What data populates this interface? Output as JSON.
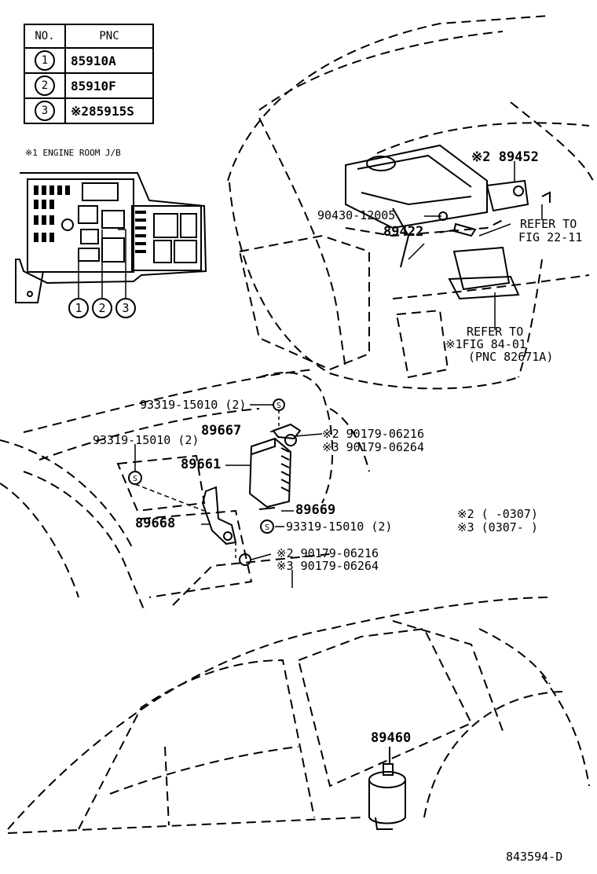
{
  "table": {
    "headers": {
      "no": "NO.",
      "pnc": "PNC"
    },
    "rows": [
      {
        "no": "1",
        "pnc": "85910A"
      },
      {
        "no": "2",
        "pnc": "85910F"
      },
      {
        "no": "3",
        "pnc": "※285915S"
      }
    ]
  },
  "junction_block": {
    "title": "※1 ENGINE ROOM J/B",
    "callouts": [
      "1",
      "2",
      "3"
    ]
  },
  "engine_labels": {
    "part_89452": "※2 89452",
    "bolt": "90430-12005",
    "part_89422": "89422",
    "refer_22_line1": "REFER TO",
    "refer_22_line2": "FIG 22-11",
    "refer_84_line1": "REFER TO",
    "refer_84_line2": "※1FIG 84-01",
    "refer_84_line3": "(PNC 82671A)"
  },
  "interior_labels": {
    "nut_top": "93319-15010 (2)",
    "nut_left": "93319-15010 (2)",
    "part_89667": "89667",
    "screw_a_2": "※2 90179-06216",
    "screw_a_3": "※3 90179-06264",
    "part_89661": "89661",
    "part_89669": "89669",
    "part_89668": "89668",
    "nut_right": "93319-15010 (2)",
    "screw_b_2": "※2 90179-06216",
    "screw_b_3": "※3 90179-06264",
    "note_2": "※2 (      -0307)",
    "note_3": "※3 (0307-      )"
  },
  "rear_labels": {
    "part_89460": "89460"
  },
  "figure_code": "843594-D"
}
